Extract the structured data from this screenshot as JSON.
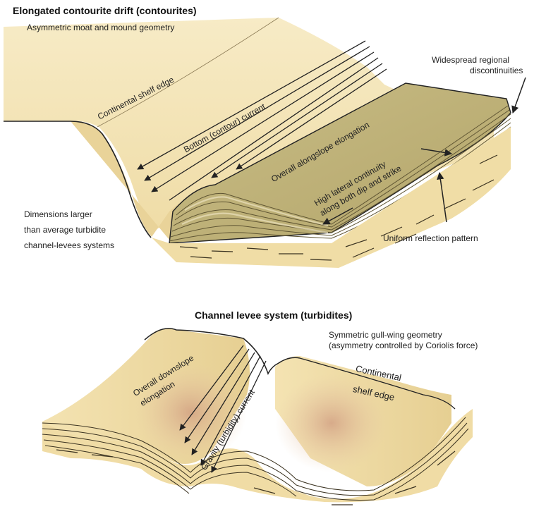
{
  "top": {
    "title": "Elongated contourite drift (contourites)",
    "subtitle": "Asymmetric moat and mound geometry",
    "shelf_edge": "Continental shelf edge",
    "current": "Bottom (contour) current",
    "elongation": "Overall alongslope elongation",
    "continuity_line1": "High lateral continuity",
    "continuity_line2": "along both dip and strike",
    "discontinuities_line1": "Widespread regional",
    "discontinuities_line2": "discontinuities",
    "reflection": "Uniform reflection pattern",
    "dimensions_line1": "Dimensions larger",
    "dimensions_line2": "than average turbidite",
    "dimensions_line3": "channel-levees systems"
  },
  "bottom": {
    "title": "Channel levee system (turbidites)",
    "subtitle_line1": "Symmetric gull-wing geometry",
    "subtitle_line2": "(asymmetry controlled by Coriolis force)",
    "shelf_line1": "Continental",
    "shelf_line2": "shelf edge",
    "elongation_line1": "Overall downslope",
    "elongation_line2": "elongation",
    "current": "Gravity (turbidity) current"
  },
  "colors": {
    "sediment": "#f3e3b4",
    "sediment_dark": "#e7cf8f",
    "drift_top": "#b8ab6f",
    "levee_red": "#cf9a80",
    "ink": "#222222"
  }
}
